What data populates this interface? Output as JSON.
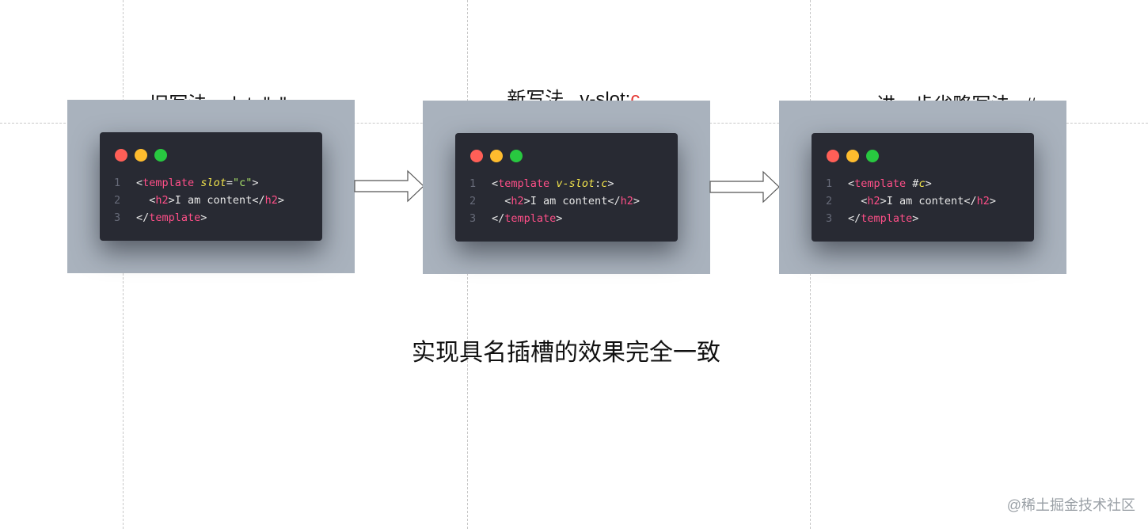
{
  "colors": {
    "accent": "#e53935",
    "frame": "#a9b2bd",
    "card": "#282a33",
    "dot_red": "#ff5f57",
    "dot_yellow": "#febc2e",
    "dot_green": "#28c840",
    "tag": "#ff4f88",
    "attr": "#f2e44c",
    "string": "#a8e06a",
    "line_number": "#676b79"
  },
  "panels": [
    {
      "title_main": "旧写法   slot=\"",
      "title_accent": "c",
      "title_tail": "\"",
      "line_numbers": [
        "1",
        "2",
        "3"
      ],
      "lines": [
        [
          {
            "t": "<",
            "k": "plain"
          },
          {
            "t": "template",
            "k": "tag"
          },
          {
            "t": " ",
            "k": "plain"
          },
          {
            "t": "slot",
            "k": "attr"
          },
          {
            "t": "=",
            "k": "plain"
          },
          {
            "t": "\"c\"",
            "k": "str"
          },
          {
            "t": ">",
            "k": "plain"
          }
        ],
        [
          {
            "t": "  <",
            "k": "plain"
          },
          {
            "t": "h2",
            "k": "tag"
          },
          {
            "t": ">I am content</",
            "k": "plain"
          },
          {
            "t": "h2",
            "k": "tag"
          },
          {
            "t": ">",
            "k": "plain"
          }
        ],
        [
          {
            "t": "</",
            "k": "plain"
          },
          {
            "t": "template",
            "k": "tag"
          },
          {
            "t": ">",
            "k": "plain"
          }
        ]
      ]
    },
    {
      "title_main": "新写法   v-slot:",
      "title_accent": "c",
      "title_tail": "",
      "line_numbers": [
        "1",
        "2",
        "3"
      ],
      "lines": [
        [
          {
            "t": "<",
            "k": "plain"
          },
          {
            "t": "template",
            "k": "tag"
          },
          {
            "t": " ",
            "k": "plain"
          },
          {
            "t": "v-slot",
            "k": "attr"
          },
          {
            "t": ":",
            "k": "plain"
          },
          {
            "t": "c",
            "k": "attr"
          },
          {
            "t": ">",
            "k": "plain"
          }
        ],
        [
          {
            "t": "  <",
            "k": "plain"
          },
          {
            "t": "h2",
            "k": "tag"
          },
          {
            "t": ">I am content</",
            "k": "plain"
          },
          {
            "t": "h2",
            "k": "tag"
          },
          {
            "t": ">",
            "k": "plain"
          }
        ],
        [
          {
            "t": "</",
            "k": "plain"
          },
          {
            "t": "template",
            "k": "tag"
          },
          {
            "t": ">",
            "k": "plain"
          }
        ]
      ]
    },
    {
      "title_main": "进一步省略写法   #",
      "title_accent": "c",
      "title_tail": "",
      "line_numbers": [
        "1",
        "2",
        "3"
      ],
      "lines": [
        [
          {
            "t": "<",
            "k": "plain"
          },
          {
            "t": "template",
            "k": "tag"
          },
          {
            "t": " #",
            "k": "plain"
          },
          {
            "t": "c",
            "k": "attr"
          },
          {
            "t": ">",
            "k": "plain"
          }
        ],
        [
          {
            "t": "  <",
            "k": "plain"
          },
          {
            "t": "h2",
            "k": "tag"
          },
          {
            "t": ">I am content</",
            "k": "plain"
          },
          {
            "t": "h2",
            "k": "tag"
          },
          {
            "t": ">",
            "k": "plain"
          }
        ],
        [
          {
            "t": "</",
            "k": "plain"
          },
          {
            "t": "template",
            "k": "tag"
          },
          {
            "t": ">",
            "k": "plain"
          }
        ]
      ]
    }
  ],
  "caption": "实现具名插槽的效果完全一致",
  "watermark": "@稀土掘金技术社区"
}
